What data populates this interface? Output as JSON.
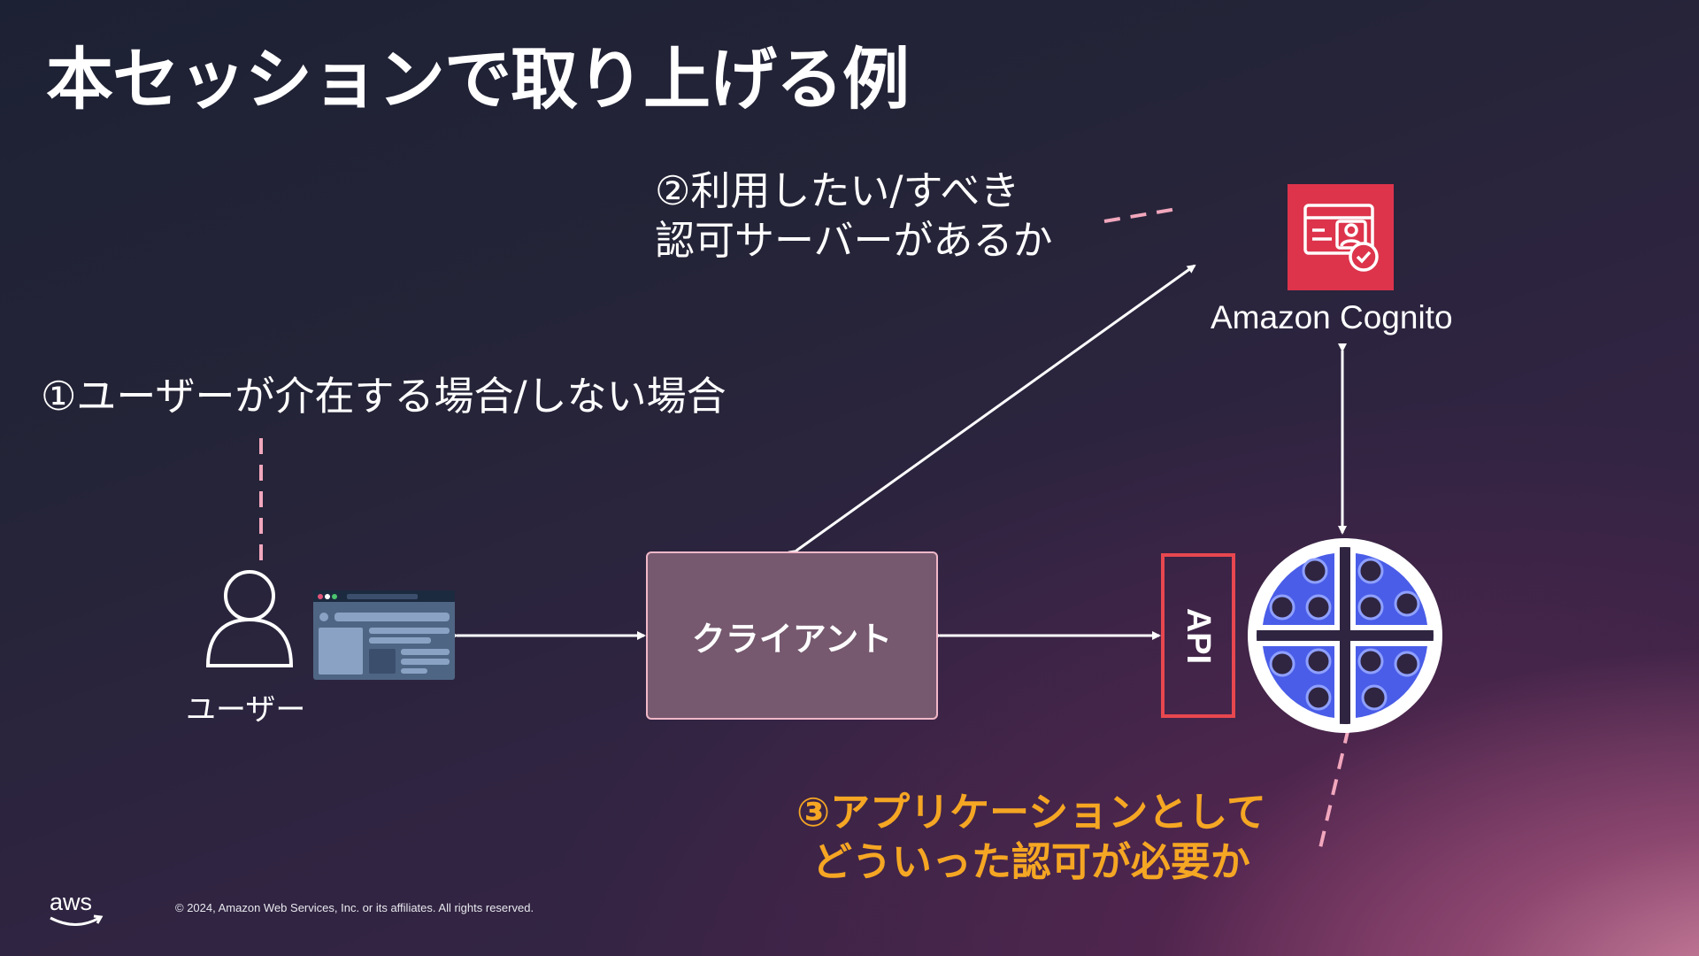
{
  "title": "本セッションで取り上げる例",
  "questions": {
    "q1": "①ユーザーが介在する場合/しない場合",
    "q2_line1": "②利用したい/すべき",
    "q2_line2": "認可サーバーがあるか",
    "q3_line1": "③アプリケーションとして",
    "q3_line2": "どういった認可が必要か"
  },
  "nodes": {
    "user": "ユーザー",
    "client": "クライアント",
    "api": "API",
    "cognito": "Amazon Cognito"
  },
  "icons": {
    "user": "user-icon",
    "browser": "browser-window-icon",
    "cognito": "cognito-identity-icon",
    "backend": "microservices-circle-icon"
  },
  "colors": {
    "accent_yellow": "#f5a623",
    "pink_dash": "#f2a7bd",
    "api_border": "#e8474f",
    "cognito_red": "#dd344c",
    "client_fill": "#76596f",
    "service_blue": "#4a5de8"
  },
  "footer": {
    "copyright": "© 2024, Amazon Web Services, Inc. or its affiliates. All rights reserved.",
    "logo": "aws"
  }
}
